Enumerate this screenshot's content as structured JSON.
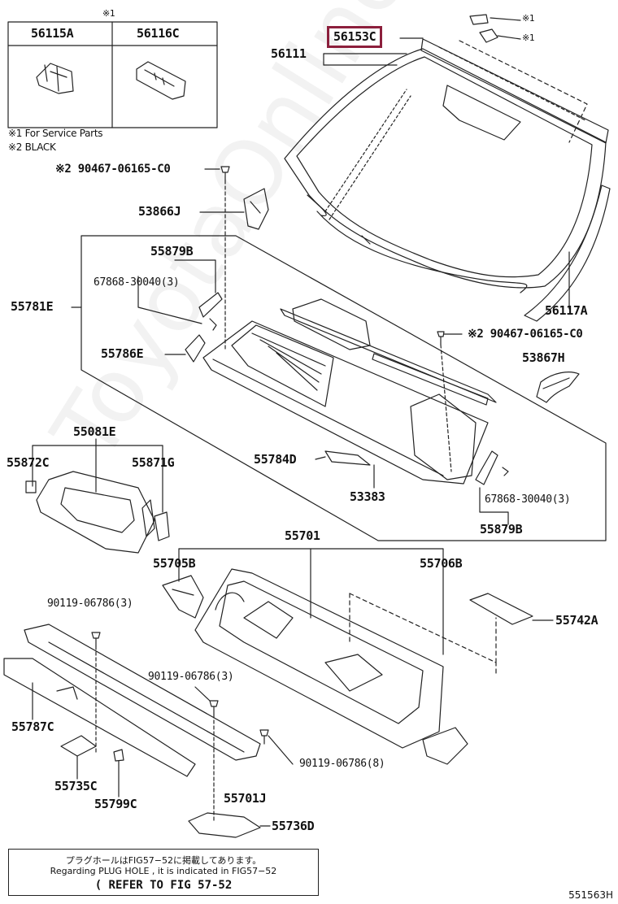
{
  "watermark": "ToyotaOnline.ru",
  "service_box": {
    "mark": "※1",
    "col1": "56115A",
    "col2": "56116C"
  },
  "notes": {
    "note1": "※1 For Service Parts",
    "note2": "※2 BLACK"
  },
  "parts": {
    "p56153C": "56153C",
    "p56111": "56111",
    "mark1a": "※1",
    "mark1b": "※1",
    "p90467_a": "※2 90467-06165-C0",
    "p53866J": "53866J",
    "p55879B_top": "55879B",
    "p67868_top": "67868-30040(3)",
    "p55781E": "55781E",
    "p56117A": "56117A",
    "p90467_b": "※2 90467-06165-C0",
    "p55786E": "55786E",
    "p53867H": "53867H",
    "p55081E": "55081E",
    "p55872C": "55872C",
    "p55871G": "55871G",
    "p55784D": "55784D",
    "p53383": "53383",
    "p67868_bot": "67868-30040(3)",
    "p55879B_bot": "55879B",
    "p55701": "55701",
    "p55705B": "55705B",
    "p55706B": "55706B",
    "p90119_a": "90119-06786(3)",
    "p55742A": "55742A",
    "p90119_b": "90119-06786(3)",
    "p55787C": "55787C",
    "p90119_c": "90119-06786(8)",
    "p55735C": "55735C",
    "p55799C": "55799C",
    "p55701J": "55701J",
    "p55736D": "55736D"
  },
  "reference": {
    "line1": "プラグホールはFIG57−52に掲載してあります。",
    "line2": "Regarding PLUG HOLE , it is indicated in FIG57−52",
    "line3": "( REFER TO FIG 57-52"
  },
  "figure_code": "551563H",
  "colors": {
    "highlight": "#8c1f3c",
    "line": "#222222"
  }
}
